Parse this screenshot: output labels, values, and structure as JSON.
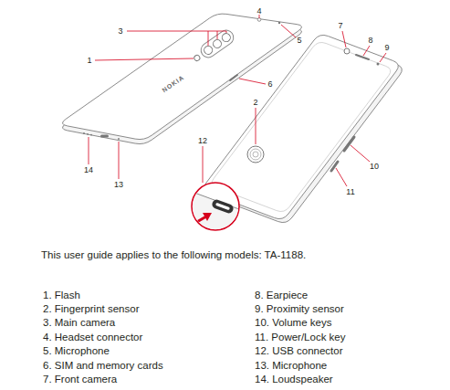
{
  "diagram": {
    "labels": [
      "1",
      "2",
      "3",
      "4",
      "5",
      "6",
      "7",
      "8",
      "9",
      "10",
      "11",
      "12",
      "13",
      "14",
      "NOKIA",
      "This user guide applies to the following models: TA-1188.",
      "1. Flash",
      "2. Fingerprint sensor",
      "3. Main camera",
      "4. Headset connector",
      "5. Microphone",
      "6. SIM and memory cards",
      "7. Front camera",
      "8. Earpiece",
      "9. Proximity sensor",
      "10. Volume keys",
      "11. Power/Lock key",
      "12. USB connector",
      "13. Microphone",
      "14. Loudspeaker"
    ]
  }
}
